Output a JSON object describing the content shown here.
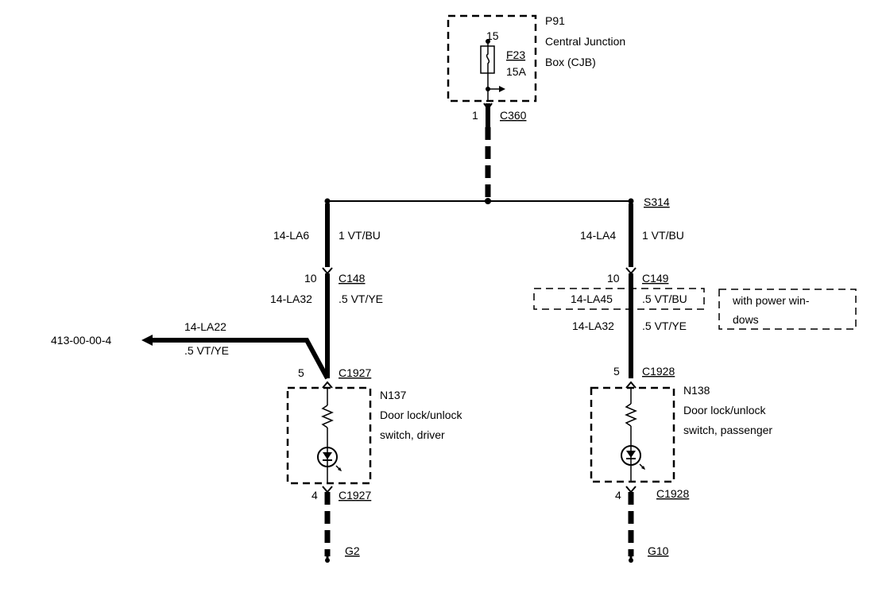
{
  "cjb": {
    "ref": "P91",
    "name_line1": "Central Junction",
    "name_line2": "Box (CJB)",
    "pin": "15",
    "fuse_id": "F23",
    "fuse_rating": "15A",
    "out_pin": "1",
    "out_connector": "C360"
  },
  "splice": {
    "label": "S314"
  },
  "left": {
    "upper_circuit": "14-LA6",
    "upper_wire": "1 VT/BU",
    "conn_pin": "10",
    "conn": "C148",
    "lower_circuit": "14-LA32",
    "lower_wire": ".5 VT/YE",
    "branch_circuit": "14-LA22",
    "branch_wire": ".5 VT/YE",
    "branch_ref": "413-00-00-4",
    "sw_in_pin": "5",
    "sw_in_conn": "C1927",
    "sw_ref": "N137",
    "sw_line1": "Door lock/unlock",
    "sw_line2": "switch, driver",
    "sw_out_pin": "4",
    "sw_out_conn": "C1927",
    "ground": "G2"
  },
  "right": {
    "upper_circuit": "14-LA4",
    "upper_wire": "1 VT/BU",
    "conn_pin": "10",
    "conn": "C149",
    "opt_circuit": "14-LA45",
    "opt_wire": ".5 VT/BU",
    "opt_note_line1": "with power win-",
    "opt_note_line2": "dows",
    "lower_circuit": "14-LA32",
    "lower_wire": ".5 VT/YE",
    "sw_in_pin": "5",
    "sw_in_conn": "C1928",
    "sw_ref": "N138",
    "sw_line1": "Door lock/unlock",
    "sw_line2": "switch, passenger",
    "sw_out_pin": "4",
    "sw_out_conn": "C1928",
    "ground": "G10"
  }
}
